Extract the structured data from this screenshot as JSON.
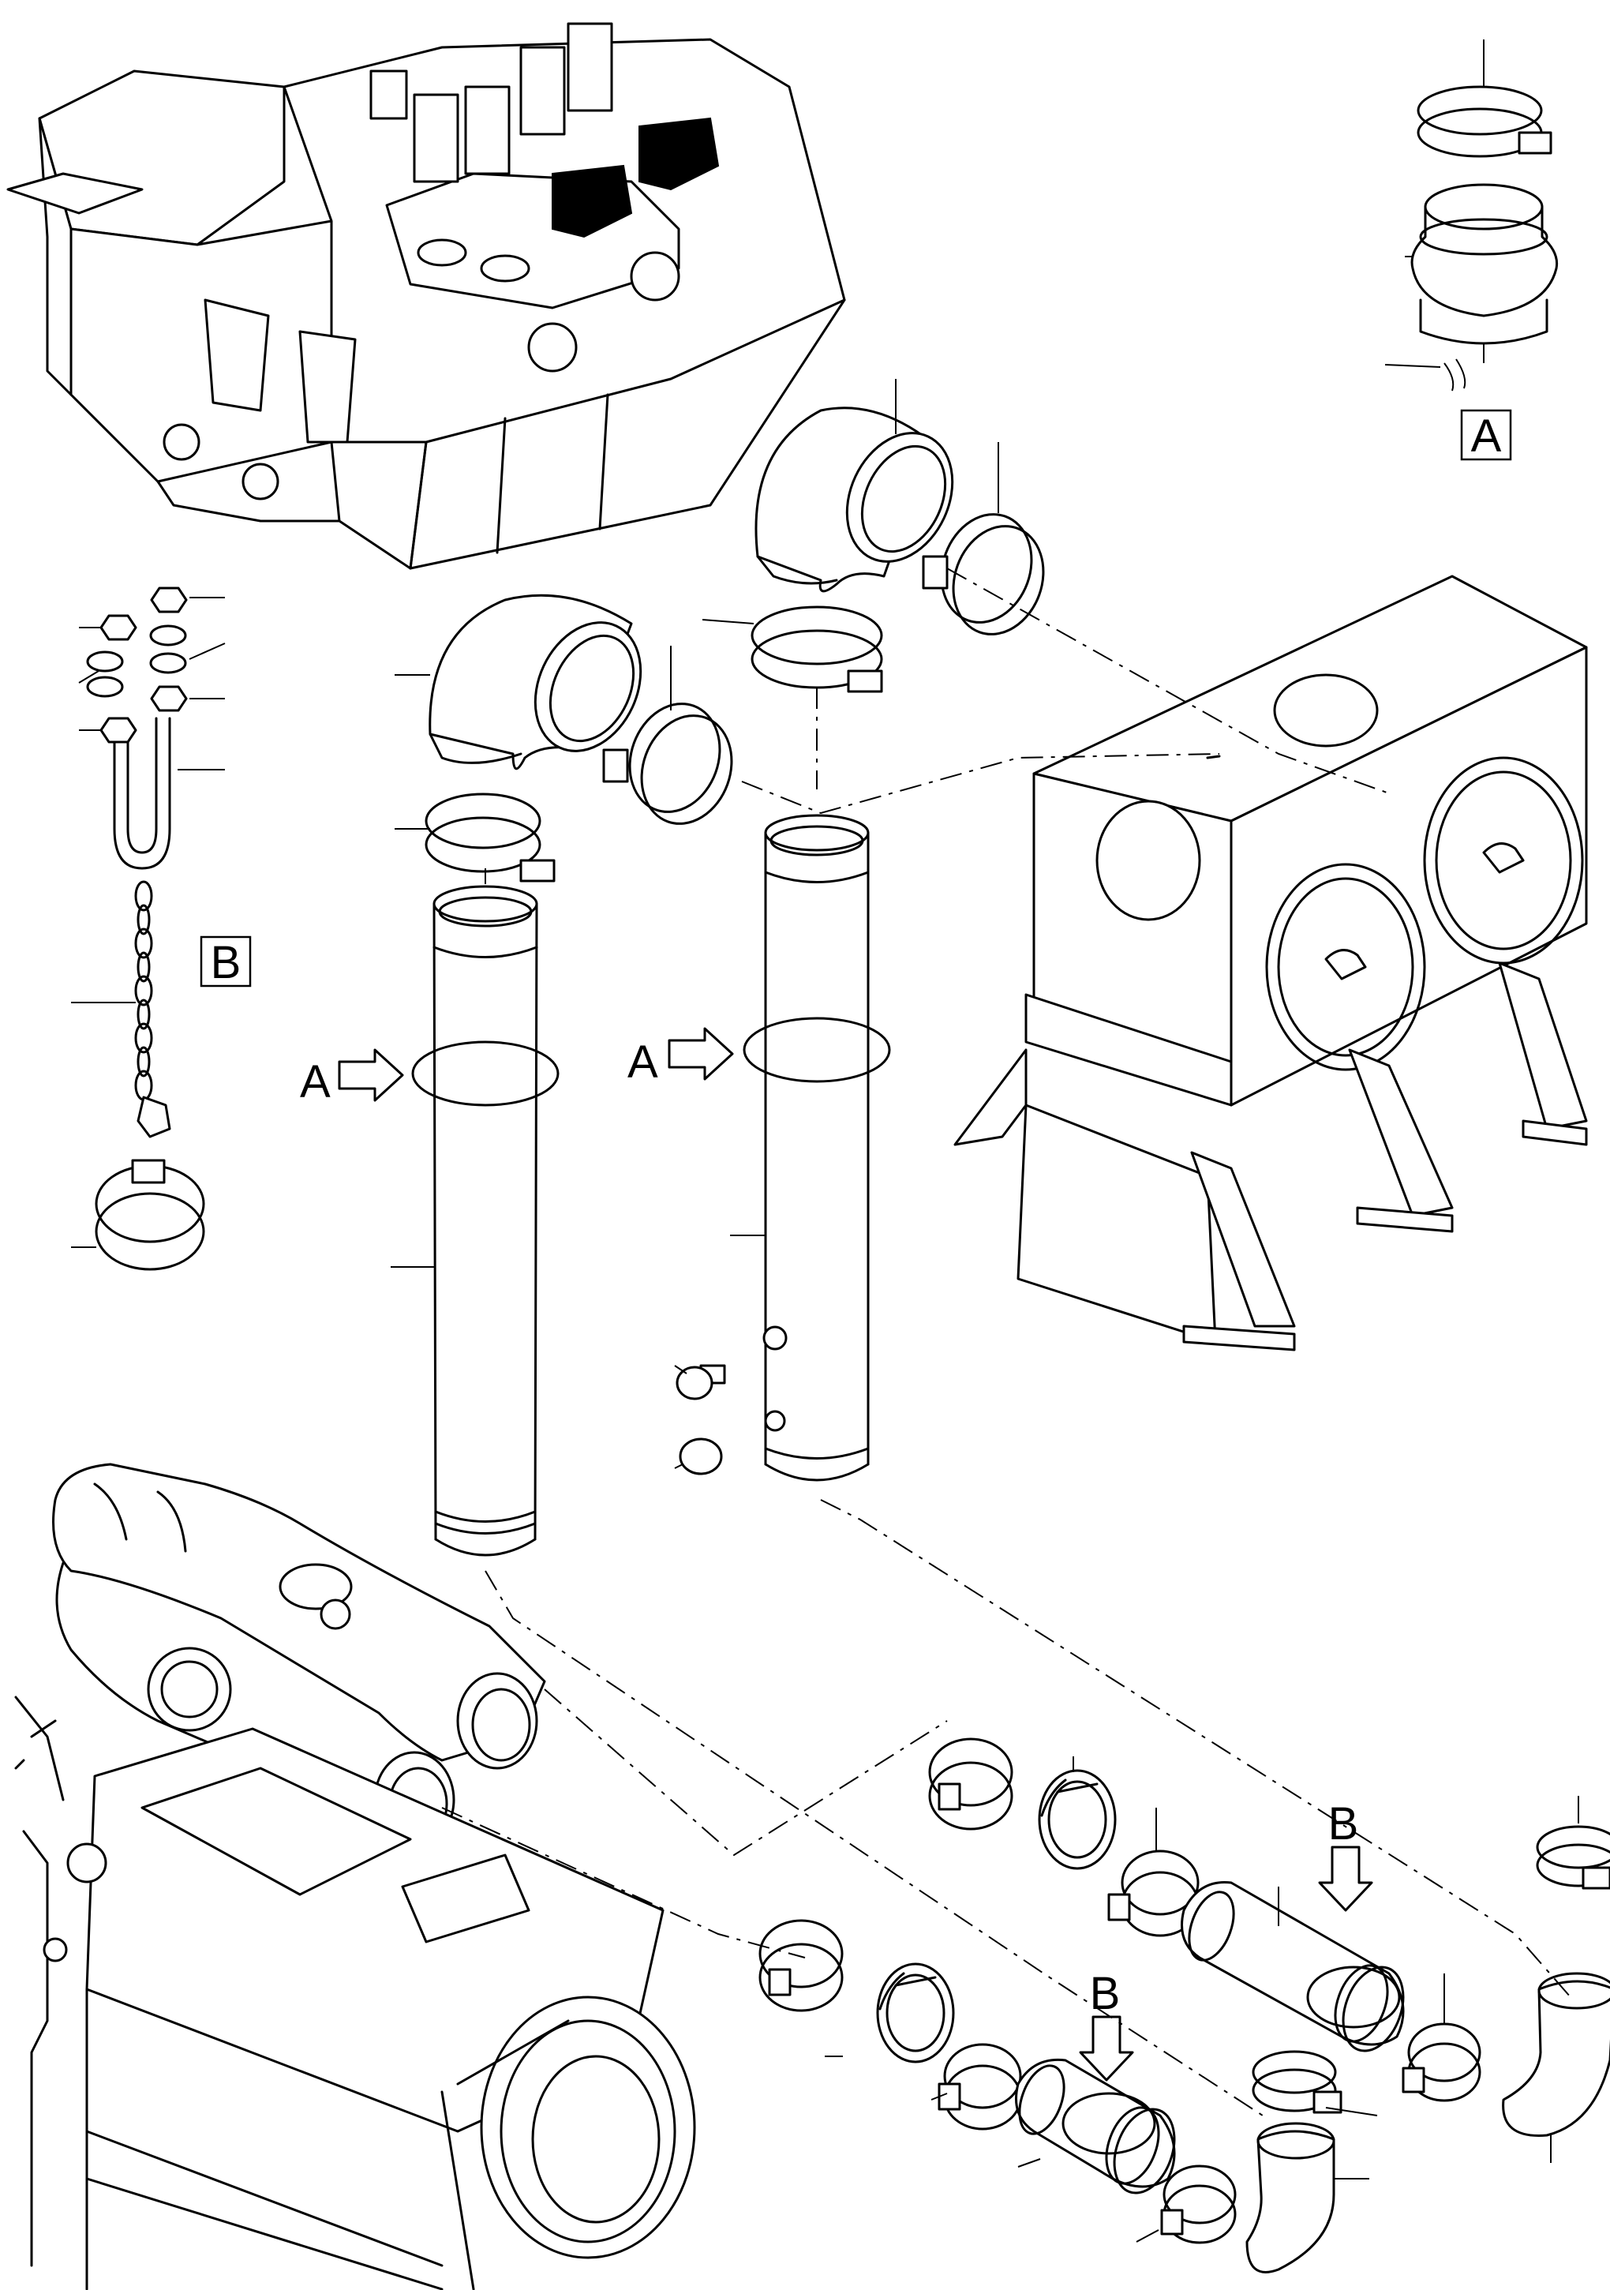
{
  "labels": {
    "detail_a": "A",
    "detail_b": "B",
    "arrow_a_left": "A",
    "arrow_a_right": "A",
    "arrow_b_upper": "B",
    "arrow_b_lower": "B"
  }
}
